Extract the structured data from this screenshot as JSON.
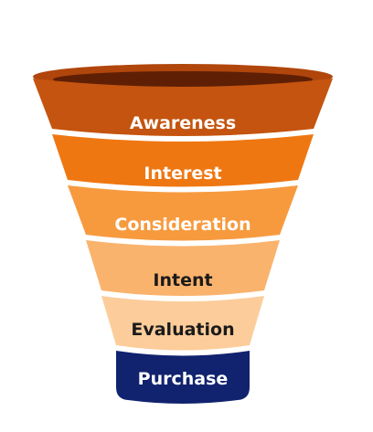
{
  "diagram": {
    "type": "funnel",
    "stages": [
      {
        "label": "Awareness",
        "fill": "#c4540f",
        "text_color": "#ffffff"
      },
      {
        "label": "Interest",
        "fill": "#ef7712",
        "text_color": "#ffffff"
      },
      {
        "label": "Consideration",
        "fill": "#f79a3e",
        "text_color": "#ffffff"
      },
      {
        "label": "Intent",
        "fill": "#fab36d",
        "text_color": "#1a1a1a"
      },
      {
        "label": "Evaluation",
        "fill": "#fccd9a",
        "text_color": "#1a1a1a"
      },
      {
        "label": "Purchase",
        "fill": "#11226e",
        "text_color": "#ffffff"
      }
    ],
    "rim_outer_color": "#b0460b",
    "rim_inner_color": "#5e1f05"
  }
}
